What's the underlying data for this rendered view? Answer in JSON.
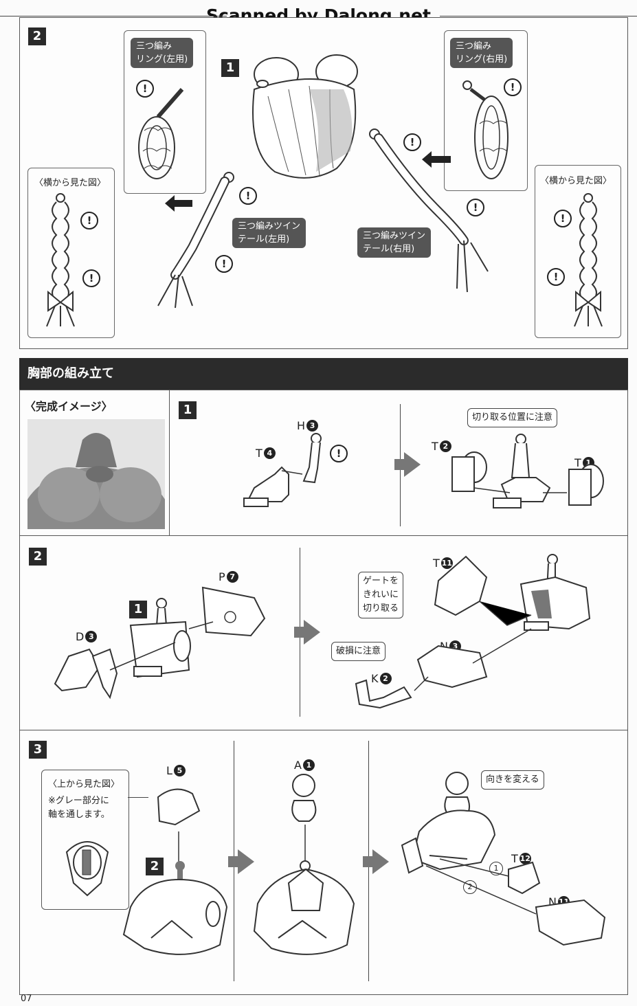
{
  "watermark": "Scanned by Dalong.net",
  "page_number": "07",
  "step2_top": {
    "step": "2",
    "sub_step": "1",
    "ring_left_label": "三つ編み\nリング(左用)",
    "ring_right_label": "三つ編み\nリング(右用)",
    "side_view_left": "〈横から見た図〉",
    "side_view_right": "〈横から見た図〉",
    "twintail_left_label": "三つ編みツイン\nテール(左用)",
    "twintail_right_label": "三つ編みツイン\nテール(右用)",
    "warning_mark": "!"
  },
  "chest_section": {
    "header": "胸部の組み立て",
    "completed_image_label": "〈完成イメージ〉",
    "step1": {
      "step": "1",
      "part_H": "H",
      "part_H_num": "3",
      "part_T4": "T",
      "part_T4_num": "4",
      "part_T2": "T",
      "part_T2_num": "2",
      "part_T1": "T",
      "part_T1_num": "1",
      "cut_note": "切り取る位置に注意"
    },
    "step2": {
      "step": "2",
      "sub_ref": "1",
      "part_D": "D",
      "part_D_num": "3",
      "part_P": "P",
      "part_P_num": "7",
      "part_T11": "T",
      "part_T11_num": "11",
      "part_N": "N",
      "part_N_num": "3",
      "part_K": "K",
      "part_K_num": "2",
      "gate_note": "ゲートを\nきれいに\n切り取る",
      "damage_note": "破損に注意"
    },
    "step3": {
      "step": "3",
      "sub_ref": "2",
      "top_view": "〈上から見た図〉",
      "top_view_note": "※グレー部分に\n軸を通します。",
      "part_L": "L",
      "part_L_num": "5",
      "part_A": "A",
      "part_A_num": "1",
      "part_T12": "T",
      "part_T12_num": "12",
      "part_N11": "N",
      "part_N11_num": "11",
      "direction_note": "向きを変える",
      "order_1": "1",
      "order_2": "2"
    }
  }
}
